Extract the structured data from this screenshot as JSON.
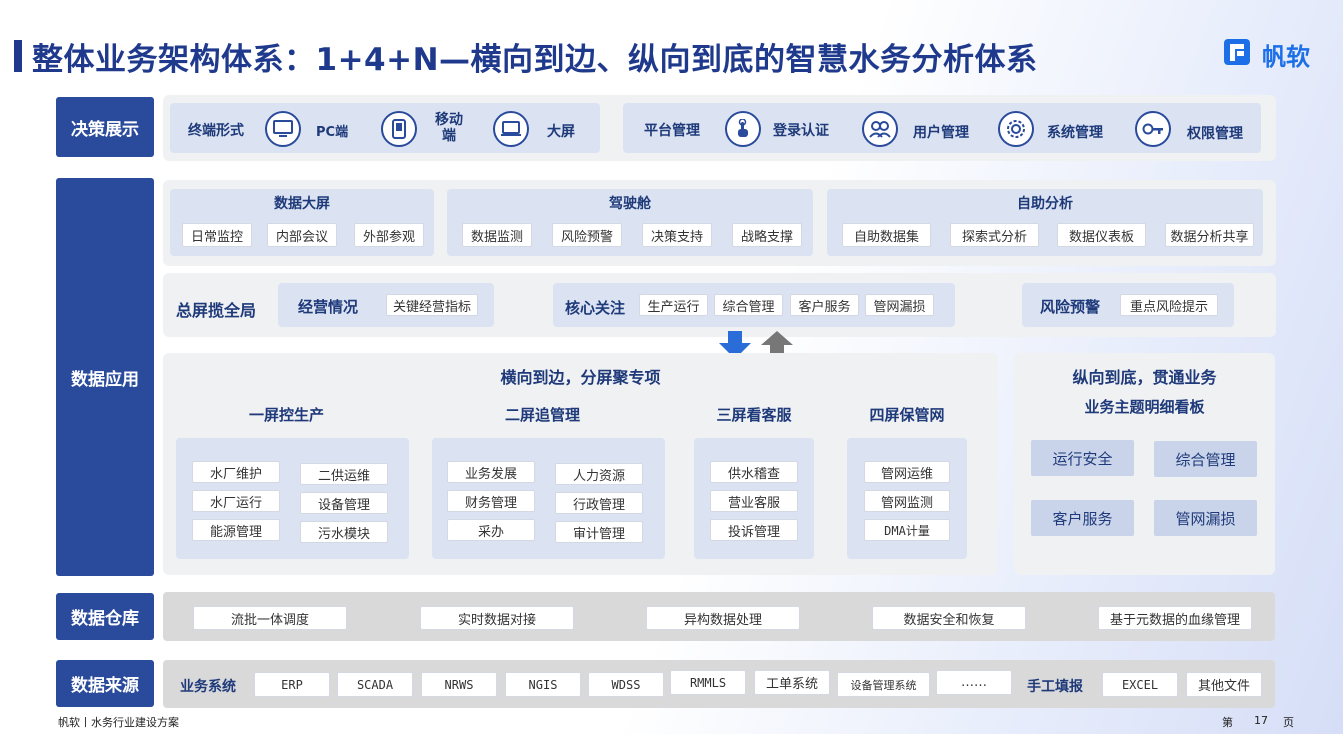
{
  "title": "整体业务架构体系：1+4+N—横向到边、纵向到底的智慧水务分析体系",
  "logo": {
    "text": "帆软"
  },
  "decision": {
    "side_label": "决策展示",
    "terminal_label": "终端形式",
    "terminals": [
      "PC端",
      "移动端",
      "大屏"
    ],
    "platform_label": "平台管理",
    "platform_items": [
      "登录认证",
      "用户管理",
      "系统管理",
      "权限管理"
    ]
  },
  "app": {
    "side_label": "数据应用",
    "groups": [
      {
        "title": "数据大屏",
        "items": [
          "日常监控",
          "内部会议",
          "外部参观"
        ]
      },
      {
        "title": "驾驶舱",
        "items": [
          "数据监测",
          "风险预警",
          "决策支持",
          "战略支撑"
        ]
      },
      {
        "title": "自助分析",
        "items": [
          "自助数据集",
          "探索式分析",
          "数据仪表板",
          "数据分析共享"
        ]
      }
    ],
    "overview_label": "总屏揽全局",
    "biz_label": "经营情况",
    "biz_items": [
      "关键经营指标"
    ],
    "core_label": "核心关注",
    "core_items": [
      "生产运行",
      "综合管理",
      "客户服务",
      "管网漏损"
    ],
    "risk_label": "风险预警",
    "risk_items": [
      "重点风险提示"
    ],
    "horizontal_title": "横向到边，分屏聚专项",
    "screens": [
      {
        "title": "一屏控生产",
        "items": [
          "水厂维护",
          "二供运维",
          "水厂运行",
          "设备管理",
          "能源管理",
          "污水模块"
        ]
      },
      {
        "title": "二屏追管理",
        "items": [
          "业务发展",
          "人力资源",
          "财务管理",
          "行政管理",
          "采办",
          "审计管理"
        ]
      },
      {
        "title": "三屏看客服",
        "items": [
          "供水稽查",
          "营业客服",
          "投诉管理"
        ]
      },
      {
        "title": "四屏保管网",
        "items": [
          "管网运维",
          "管网监测",
          "DMA计量"
        ]
      }
    ],
    "vertical_title": "纵向到底，贯通业务",
    "vertical_subtitle": "业务主题明细看板",
    "vertical_items": [
      "运行安全",
      "综合管理",
      "客户服务",
      "管网漏损"
    ]
  },
  "warehouse": {
    "side_label": "数据仓库",
    "items": [
      "流批一体调度",
      "实时数据对接",
      "异构数据处理",
      "数据安全和恢复",
      "基于元数据的血缘管理"
    ]
  },
  "source": {
    "side_label": "数据来源",
    "biz_label": "业务系统",
    "biz_items": [
      "ERP",
      "SCADA",
      "NRWS",
      "NGIS",
      "WDSS",
      "RMMLS",
      "工单系统",
      "设备管理系统",
      "……"
    ],
    "manual_label": "手工填报",
    "manual_items": [
      "EXCEL",
      "其他文件"
    ]
  },
  "footer": {
    "left": "帆软丨水务行业建设方案",
    "page_prefix": "第",
    "page_number": "17",
    "page_suffix": "页"
  },
  "colors": {
    "primary": "#2a4a9c",
    "title": "#1f3a8c",
    "logo": "#1c6fe6",
    "arrow_down": "#2a6dd8",
    "arrow_up": "#777777"
  }
}
